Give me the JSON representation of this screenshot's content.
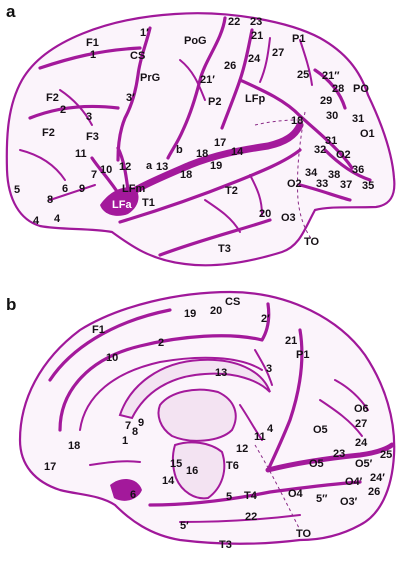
{
  "panel_a": {
    "letter": "a",
    "labels": {
      "F1": "F1",
      "one_top": "1",
      "one_prime_top": "1′",
      "CS": "CS",
      "PoG": "PoG",
      "n22": "22",
      "n23": "23",
      "n21": "21",
      "P1": "P1",
      "F2": "F2",
      "n2": "2",
      "PrG": "PrG",
      "n26": "26",
      "n24": "24",
      "n27": "27",
      "n25": "25",
      "n21pp": "21′′",
      "n28": "28",
      "PO": "PO",
      "n21p": "21′",
      "n3": "3",
      "n3p": "3′",
      "P2": "P2",
      "LFp": "LFp",
      "n29": "29",
      "F2b": "F2",
      "F3": "F3",
      "n30": "30",
      "n31": "31",
      "O1": "O1",
      "n18a": "18",
      "n11": "11",
      "n7": "7",
      "n10": "10",
      "n12": "12",
      "a": "a",
      "b": "b",
      "n13": "13",
      "n17": "17",
      "n14": "14",
      "n31b": "31",
      "n32": "32",
      "O2": "O2",
      "n18b": "18",
      "n19": "19",
      "n18c": "18",
      "LFm": "LFm",
      "n5": "5",
      "n6": "6",
      "n9": "9",
      "n8": "8",
      "LFa": "LFa",
      "T1": "T1",
      "T2": "T2",
      "n34": "34",
      "O2b": "O2",
      "n38": "38",
      "n36": "36",
      "n33": "33",
      "n37": "37",
      "n35": "35",
      "n4a": "4",
      "n4b": "4",
      "n20": "20",
      "O3": "O3",
      "T3": "T3",
      "TO": "TO"
    }
  },
  "panel_b": {
    "letter": "b",
    "labels": {
      "CS": "CS",
      "n19": "19",
      "n20": "20",
      "F1": "F1",
      "n2p": "2′",
      "n2": "2",
      "n21": "21",
      "P1": "P1",
      "n10": "10",
      "n3": "3",
      "n13": "13",
      "O6": "O6",
      "n27": "27",
      "n7": "7",
      "n9": "9",
      "n8": "8",
      "n4": "4",
      "n18": "18",
      "n1": "1",
      "n11": "11",
      "O5": "O5",
      "n24": "24",
      "n12": "12",
      "n23": "23",
      "n25": "25",
      "n17": "17",
      "n15": "15",
      "n16": "16",
      "T6": "T6",
      "O5b": "O5",
      "O5p": "O5′",
      "n24p": "24′",
      "O4p": "O4′",
      "n14": "14",
      "n26": "26",
      "n6": "6",
      "n5": "5",
      "T4": "T4",
      "O4": "O4",
      "n5pp": "5′′",
      "O3p": "O3′",
      "n5p": "5′",
      "n22": "22",
      "T3": "T3",
      "TO": "TO"
    }
  }
}
